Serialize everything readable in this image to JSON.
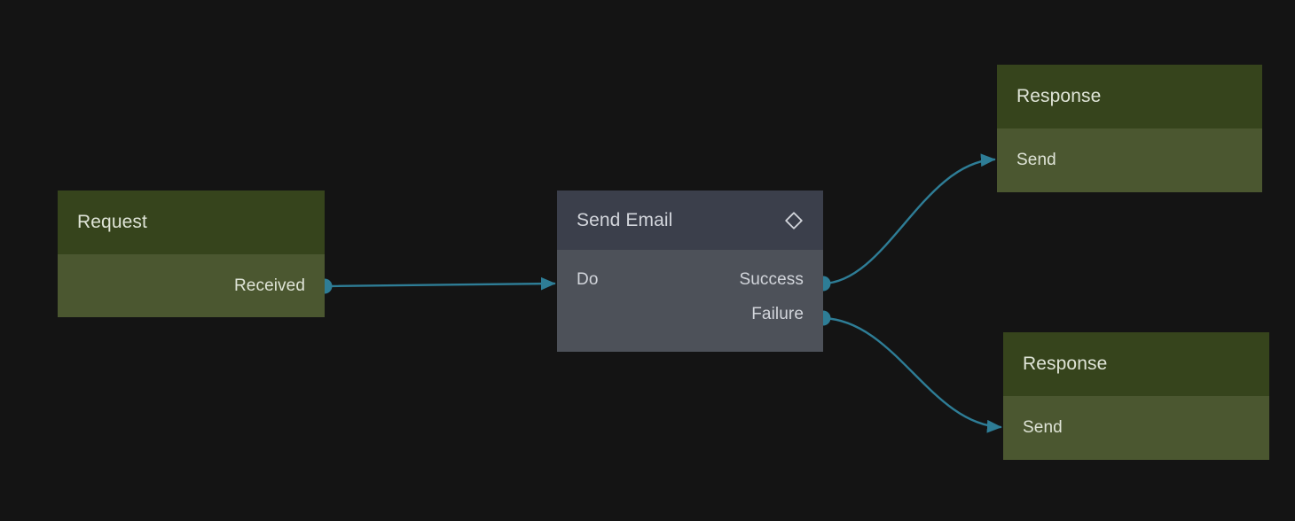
{
  "canvas": {
    "background_color": "#141414",
    "edge_color": "#2e7d96"
  },
  "nodes": [
    {
      "id": "request",
      "title": "Request",
      "kind": "trigger",
      "color": "#36441c",
      "body_color": "#4b5730",
      "header_icon": null,
      "inputs": [],
      "outputs": [
        {
          "label": "Received"
        }
      ]
    },
    {
      "id": "send-email",
      "title": "Send Email",
      "kind": "action",
      "color": "#3b3f4b",
      "body_color": "#4d5159",
      "header_icon": "diamond-icon",
      "inputs": [
        {
          "label": "Do"
        }
      ],
      "outputs": [
        {
          "label": "Success"
        },
        {
          "label": "Failure"
        }
      ]
    },
    {
      "id": "response-top",
      "title": "Response",
      "kind": "response",
      "color": "#36441c",
      "body_color": "#4b5730",
      "header_icon": null,
      "inputs": [
        {
          "label": "Send"
        }
      ],
      "outputs": []
    },
    {
      "id": "response-bottom",
      "title": "Response",
      "kind": "response",
      "color": "#36441c",
      "body_color": "#4b5730",
      "header_icon": null,
      "inputs": [
        {
          "label": "Send"
        }
      ],
      "outputs": []
    }
  ],
  "edges": [
    {
      "id": "edge-received-to-do",
      "from": "request.Received",
      "to": "send-email.Do",
      "shape": "straight"
    },
    {
      "id": "edge-success-to-send-top",
      "from": "send-email.Success",
      "to": "response-top.Send",
      "shape": "bezier"
    },
    {
      "id": "edge-failure-to-send-bot",
      "from": "send-email.Failure",
      "to": "response-bottom.Send",
      "shape": "bezier"
    }
  ]
}
